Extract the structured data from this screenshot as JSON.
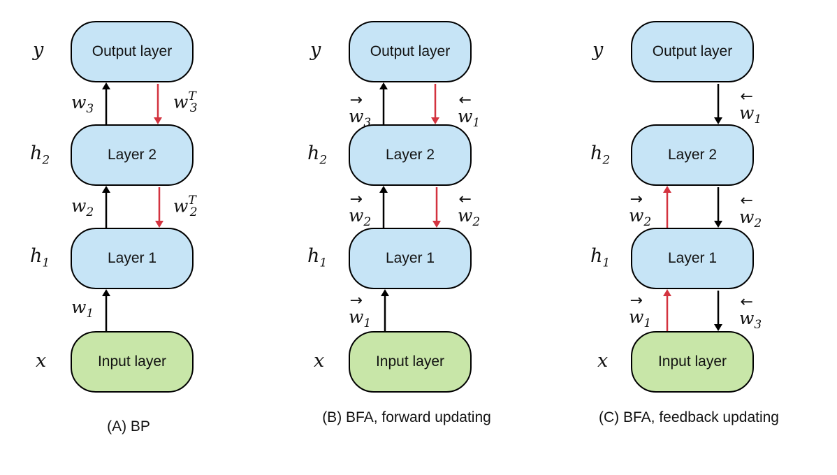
{
  "colors": {
    "hidden": "#c6e4f6",
    "input": "#c8e6a8",
    "forward": "#000000",
    "feedback": "#d3333f"
  },
  "panels": [
    {
      "caption": "(A) BP",
      "vars": {
        "y": "y",
        "h2": "h",
        "h2_sub": "2",
        "h1": "h",
        "h1_sub": "1",
        "x": "x"
      },
      "boxes": {
        "output": "Output layer",
        "layer2": "Layer 2",
        "layer1": "Layer 1",
        "input": "Input layer"
      },
      "weights": {
        "w3": {
          "base": "w",
          "sub": "3"
        },
        "w3T": {
          "base": "w",
          "sub": "3",
          "sup": "T"
        },
        "w2": {
          "base": "w",
          "sub": "2"
        },
        "w2T": {
          "base": "w",
          "sub": "2",
          "sup": "T"
        },
        "w1": {
          "base": "w",
          "sub": "1"
        }
      }
    },
    {
      "caption": "(B) BFA, forward updating",
      "vars": {
        "y": "y",
        "h2": "h",
        "h2_sub": "2",
        "h1": "h",
        "h1_sub": "1",
        "x": "x"
      },
      "boxes": {
        "output": "Output layer",
        "layer2": "Layer 2",
        "layer1": "Layer 1",
        "input": "Input layer"
      },
      "weights": {
        "fw3": {
          "base": "w",
          "sub": "3",
          "arrow": "→"
        },
        "bw1": {
          "base": "w",
          "sub": "1",
          "arrow": "←"
        },
        "fw2": {
          "base": "w",
          "sub": "2",
          "arrow": "→"
        },
        "bw2": {
          "base": "w",
          "sub": "2",
          "arrow": "←"
        },
        "fw1": {
          "base": "w",
          "sub": "1",
          "arrow": "→"
        }
      }
    },
    {
      "caption": "(C) BFA, feedback updating",
      "vars": {
        "y": "y",
        "h2": "h",
        "h2_sub": "2",
        "h1": "h",
        "h1_sub": "1",
        "x": "x"
      },
      "boxes": {
        "output": "Output layer",
        "layer2": "Layer 2",
        "layer1": "Layer 1",
        "input": "Input layer"
      },
      "weights": {
        "bw1": {
          "base": "w",
          "sub": "1",
          "arrow": "←"
        },
        "fw2": {
          "base": "w",
          "sub": "2",
          "arrow": "→"
        },
        "bw2": {
          "base": "w",
          "sub": "2",
          "arrow": "←"
        },
        "fw1": {
          "base": "w",
          "sub": "1",
          "arrow": "→"
        },
        "bw3": {
          "base": "w",
          "sub": "3",
          "arrow": "←"
        }
      }
    }
  ]
}
